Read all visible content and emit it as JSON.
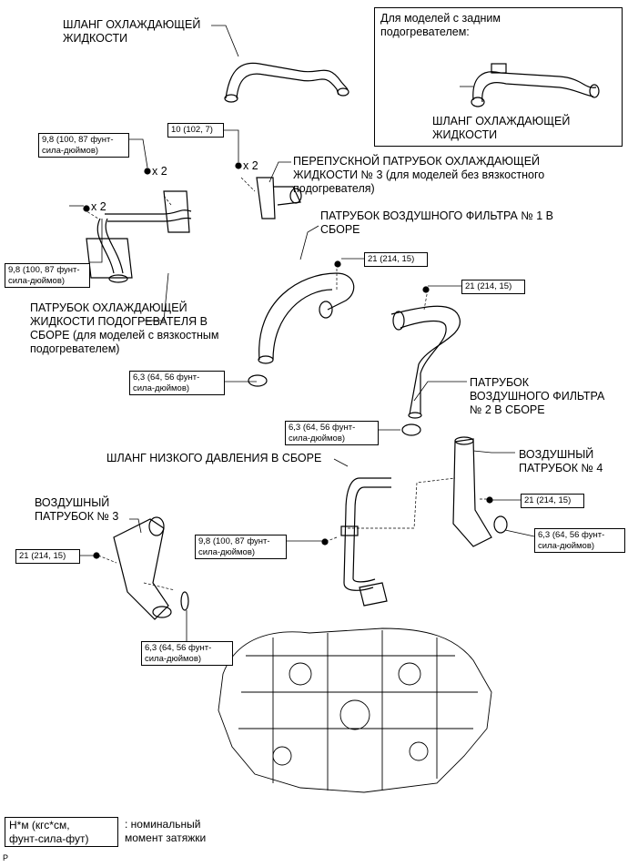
{
  "inset": {
    "title": "Для моделей с задним\nподогревателем:",
    "part_label": "ШЛАНГ ОХЛАЖДАЮЩЕЙ\nЖИДКОСТИ"
  },
  "labels": {
    "coolant_hose": "ШЛАНГ ОХЛАЖДАЮЩЕЙ\nЖИДКОСТИ",
    "bypass_pipe": "ПЕРЕПУСКНОЙ ПАТРУБОК ОХЛАЖДАЮЩЕЙ\nЖИДКОСТИ № 3 (для моделей без вязкостного\nподогревателя)",
    "air_filter_pipe_1": "ПАТРУБОК ВОЗДУШНОГО ФИЛЬТРА № 1 В\nСБОРЕ",
    "heater_pipe": "ПАТРУБОК ОХЛАЖДАЮЩЕЙ\nЖИДКОСТИ ПОДОГРЕВАТЕЛЯ В\nСБОРЕ (для моделей с вязкостным\nподогревателем)",
    "air_filter_pipe_2": "ПАТРУБОК\nВОЗДУШНОГО ФИЛЬТРА\n№ 2 В СБОРЕ",
    "low_pressure_hose": "ШЛАНГ НИЗКОГО ДАВЛЕНИЯ В СБОРЕ",
    "air_pipe_4": "ВОЗДУШНЫЙ\nПАТРУБОК № 4",
    "air_pipe_3": "ВОЗДУШНЫЙ\nПАТРУБОК № 3"
  },
  "torques": {
    "t1": "9,8 (100, 87 фунт-\nсила-дюймов)",
    "t2": "10 (102, 7)",
    "t3": "9,8 (100, 87 фунт-\nсила-дюймов)",
    "t4": "21 (214, 15)",
    "t5": "21 (214, 15)",
    "t6": "6,3 (64, 56 фунт-\nсила-дюймов)",
    "t7": "6,3 (64, 56 фунт-\nсила-дюймов)",
    "t8": "9,8 (100, 87 фунт-\nсила-дюймов)",
    "t9": "21 (214, 15)",
    "t10": "6,3 (64, 56 фунт-\nсила-дюймов)",
    "t11": "21 (214, 15)",
    "t12": "6,3 (64, 56 фунт-\nсила-дюймов)"
  },
  "quantities": {
    "q1": "x 2",
    "q2": "x 2",
    "q3": "x 2"
  },
  "legend": {
    "box": "Н*м (кгс*см,\nфунт-сила-фут)",
    "text": ": номинальный\nмомент затяжки"
  },
  "corner_mark": "P"
}
